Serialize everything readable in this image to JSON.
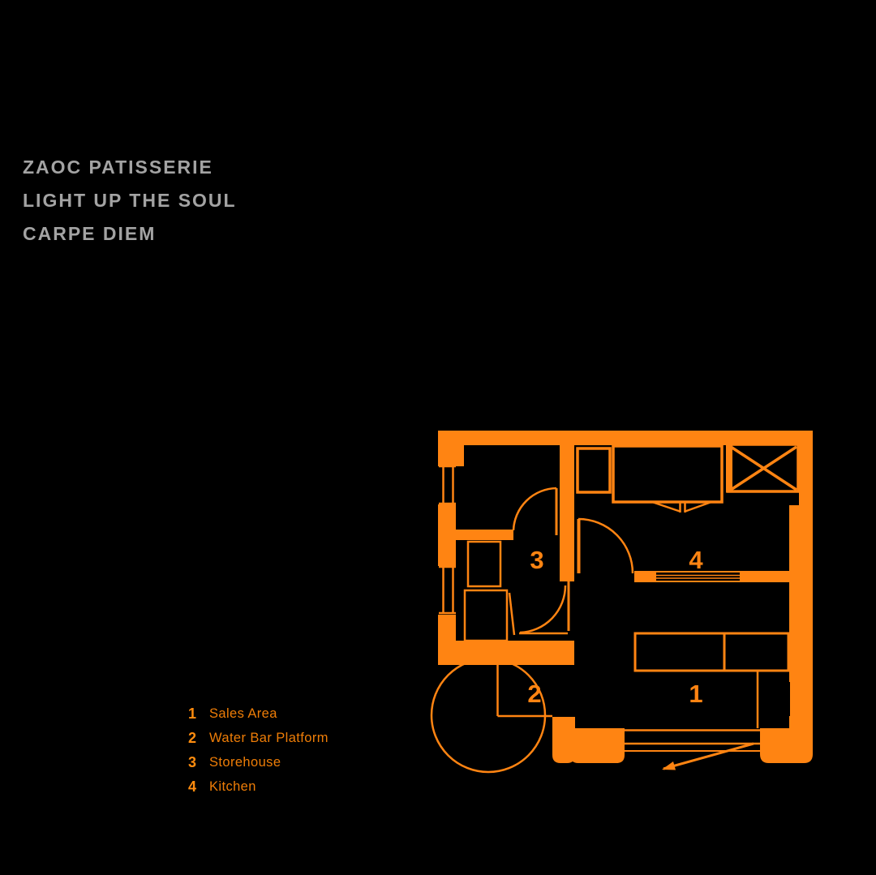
{
  "title": {
    "line1": "ZAOC PATISSERIE",
    "line2": "LIGHT UP THE SOUL",
    "line3": "CARPE DIEM"
  },
  "legend": {
    "items": [
      {
        "num": "1",
        "label": "Sales Area"
      },
      {
        "num": "2",
        "label": "Water Bar Platform"
      },
      {
        "num": "3",
        "label": "Storehouse"
      },
      {
        "num": "4",
        "label": "Kitchen"
      }
    ]
  },
  "floor_plan": {
    "room_numbers": {
      "sales_area": "1",
      "water_bar": "2",
      "storehouse": "3",
      "kitchen": "4"
    }
  },
  "colors": {
    "background": "#000000",
    "plan_orange": "#ff8412",
    "legend_number_orange": "#ff8c0e",
    "legend_label_orange": "#ee7d07",
    "title_gray": "#a3a3a3"
  }
}
